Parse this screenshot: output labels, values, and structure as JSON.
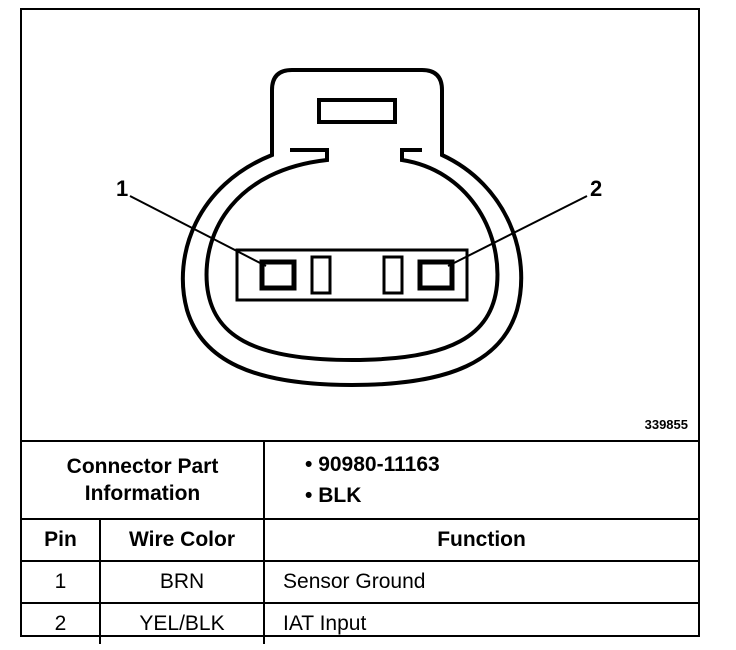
{
  "diagram": {
    "pin_labels": [
      "1",
      "2"
    ],
    "figure_number": "339855"
  },
  "connector_info": {
    "header": "Connector Part Information",
    "items": [
      "90980-11163",
      "BLK"
    ]
  },
  "pin_table": {
    "columns": [
      "Pin",
      "Wire Color",
      "Function"
    ],
    "rows": [
      {
        "pin": "1",
        "wire_color": "BRN",
        "function": "Sensor Ground"
      },
      {
        "pin": "2",
        "wire_color": "YEL/BLK",
        "function": "IAT Input"
      }
    ]
  }
}
